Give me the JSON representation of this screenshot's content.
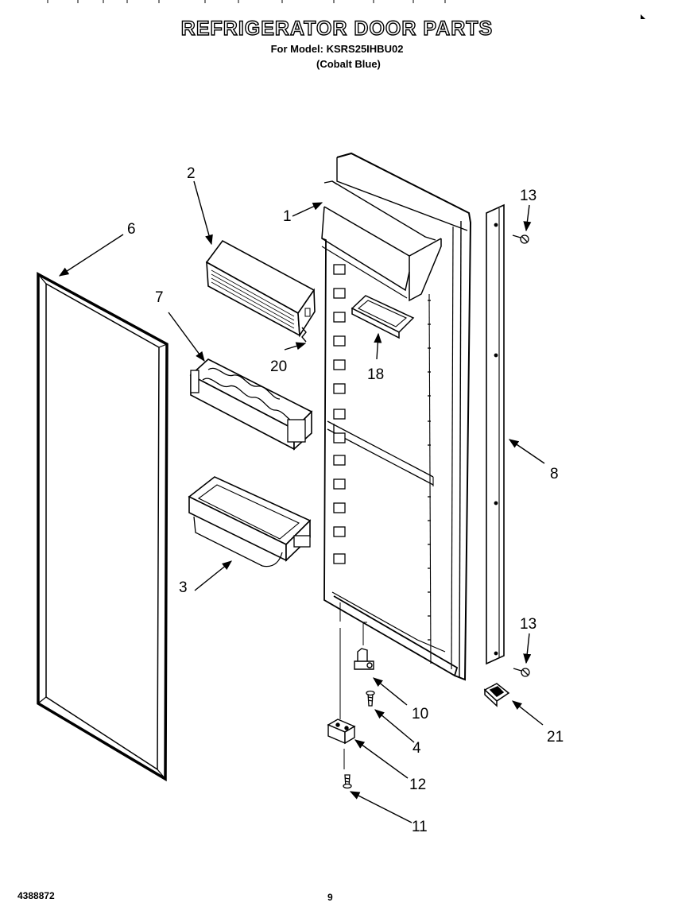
{
  "header": {
    "title": "REFRIGERATOR DOOR PARTS",
    "model_line": "For Model: KSRS25IHBU02",
    "color_line": "(Cobalt Blue)"
  },
  "callouts": {
    "c1": "1",
    "c2": "2",
    "c3": "3",
    "c4": "4",
    "c6": "6",
    "c7": "7",
    "c8": "8",
    "c10": "10",
    "c11": "11",
    "c12": "12",
    "c13_top": "13",
    "c13_bottom": "13",
    "c18": "18",
    "c20": "20",
    "c21": "21"
  },
  "footer": {
    "doc_number": "4388872",
    "page_number": "9"
  }
}
